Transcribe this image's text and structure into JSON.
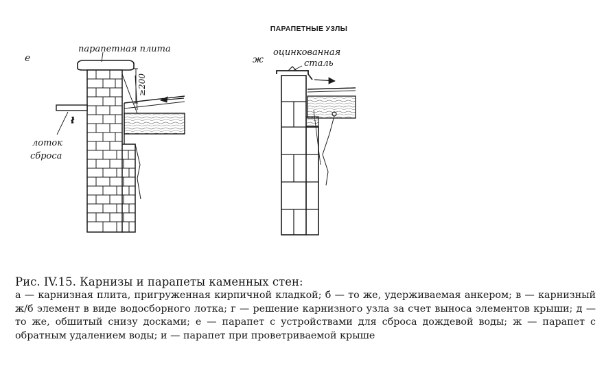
{
  "heading": "ПАРАПЕТНЫЕ УЗЛЫ",
  "left_diagram": {
    "letter": "е",
    "label_top": "парапетная плита",
    "dimension": "≥200",
    "label_tray_line1": "лоток",
    "label_tray_line2": "сброса"
  },
  "right_diagram": {
    "letter": "ж",
    "label_line1": "оцинкованная",
    "label_line2": "сталь"
  },
  "caption": {
    "title": "Рис. IV.15. Карнизы и парапеты каменных стен:",
    "text": "а — карнизная плита, пригруженная кирпичной кладкой; б — то же, удерживаемая анкером; в — карнизный ж/б элемент в виде водосборного лотка; г — решение карнизного узла за счет выноса элементов крыши; д — то же, обшитый снизу досками; е — парапет с устройствами для сброса дождевой воды; ж — парапет с обратным удалением воды; и — парапет при проветриваемой крыше"
  }
}
